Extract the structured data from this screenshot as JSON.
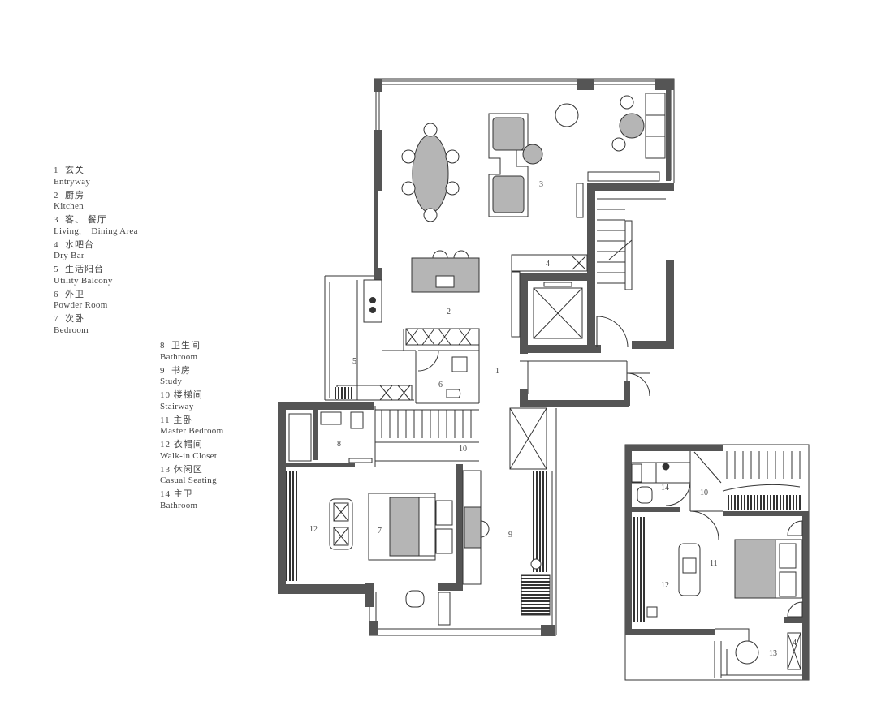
{
  "legend": [
    {
      "num": "1",
      "zh": "玄关",
      "en": "Entryway"
    },
    {
      "num": "2",
      "zh": "厨房",
      "en": "Kitchen"
    },
    {
      "num": "3",
      "zh": "客、 餐厅",
      "en": "Living,    Dining Area"
    },
    {
      "num": "4",
      "zh": "水吧台",
      "en": "Dry Bar"
    },
    {
      "num": "5",
      "zh": "生活阳台",
      "en": "Utility Balcony"
    },
    {
      "num": "6",
      "zh": "外卫",
      "en": "Powder Room"
    },
    {
      "num": "7",
      "zh": "次卧",
      "en": "Bedroom"
    },
    {
      "num": "8",
      "zh": "卫生间",
      "en": "Bathroom"
    },
    {
      "num": "9",
      "zh": "书房",
      "en": "Study"
    },
    {
      "num": "10",
      "zh": "楼梯间",
      "en": "Stairway"
    },
    {
      "num": "11",
      "zh": "主卧",
      "en": "Master Bedroom"
    },
    {
      "num": "12",
      "zh": "衣帽间",
      "en": "Walk-in Closet"
    },
    {
      "num": "13",
      "zh": "休闲区",
      "en": "Casual Seating"
    },
    {
      "num": "14",
      "zh": "主卫",
      "en": "Bathroom"
    }
  ],
  "room_labels": {
    "r1": "1",
    "r2": "2",
    "r3": "3",
    "r4": "4",
    "r5": "5",
    "r6": "6",
    "r7": "7",
    "r8": "8",
    "r9": "9",
    "r10": "10",
    "r12": "12",
    "u10": "10",
    "u11": "11",
    "u12": "12",
    "u13": "13",
    "u14": "14",
    "u4": "4"
  },
  "colors": {
    "wall": "#555555",
    "furniture": "#b5b5b5",
    "line": "#333333"
  }
}
